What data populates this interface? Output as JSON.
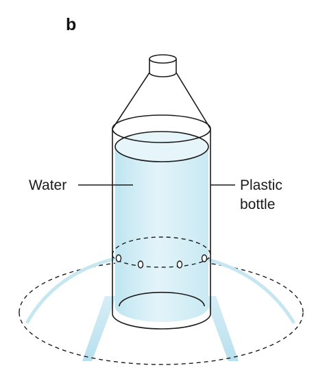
{
  "panel_letter": "b",
  "labels": {
    "water": "Water",
    "bottle_line1": "Plastic",
    "bottle_line2": "bottle"
  },
  "colors": {
    "water_fill": "#d4eef6",
    "water_fill_light": "#eaf6fa",
    "jet": "#c6e6f0",
    "outline": "#1a1a1a"
  },
  "holes": 4
}
